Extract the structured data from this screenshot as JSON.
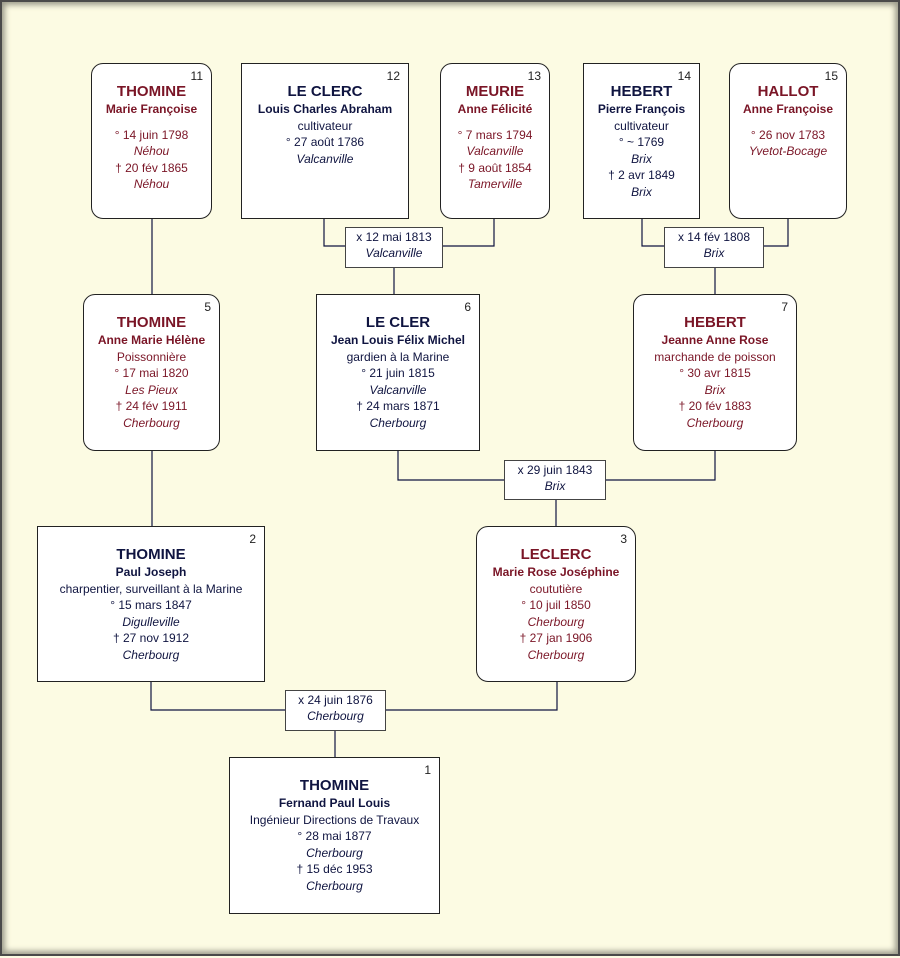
{
  "persons": {
    "p1": {
      "num": "1",
      "surname": "THOMINE",
      "given": "Fernand Paul Louis",
      "occupation": "Ingénieur Directions de Travaux",
      "birth": "° 28 mai 1877",
      "birth_place": "Cherbourg",
      "death": "† 15 déc 1953",
      "death_place": "Cherbourg"
    },
    "p2": {
      "num": "2",
      "surname": "THOMINE",
      "given": "Paul Joseph",
      "occupation": "charpentier, surveillant à la Marine",
      "birth": "° 15 mars 1847",
      "birth_place": "Digulleville",
      "death": "† 27 nov 1912",
      "death_place": "Cherbourg"
    },
    "p3": {
      "num": "3",
      "surname": "LECLERC",
      "given": "Marie Rose Joséphine",
      "occupation": "coututière",
      "birth": "° 10 juil 1850",
      "birth_place": "Cherbourg",
      "death": "† 27 jan 1906",
      "death_place": "Cherbourg"
    },
    "p5": {
      "num": "5",
      "surname": "THOMINE",
      "given": "Anne Marie Hélène",
      "occupation": "Poissonnière",
      "birth": "° 17 mai 1820",
      "birth_place": "Les Pieux",
      "death": "† 24 fév 1911",
      "death_place": "Cherbourg"
    },
    "p6": {
      "num": "6",
      "surname": "LE CLER",
      "given": "Jean Louis Félix Michel",
      "occupation": "gardien à la Marine",
      "birth": "° 21 juin 1815",
      "birth_place": "Valcanville",
      "death": "† 24 mars 1871",
      "death_place": "Cherbourg"
    },
    "p7": {
      "num": "7",
      "surname": "HEBERT",
      "given": "Jeanne Anne Rose",
      "occupation": "marchande de poisson",
      "birth": "° 30 avr 1815",
      "birth_place": "Brix",
      "death": "† 20 fév 1883",
      "death_place": "Cherbourg"
    },
    "p11": {
      "num": "11",
      "surname": "THOMINE",
      "given": "Marie Françoise",
      "birth": "° 14 juin 1798",
      "birth_place": "Néhou",
      "death": "† 20 fév 1865",
      "death_place": "Néhou"
    },
    "p12": {
      "num": "12",
      "surname": "LE CLERC",
      "given": "Louis Charles Abraham",
      "occupation": "cultivateur",
      "birth": "° 27 août 1786",
      "birth_place": "Valcanville"
    },
    "p13": {
      "num": "13",
      "surname": "MEURIE",
      "given": "Anne Félicité",
      "birth": "° 7 mars 1794",
      "birth_place": "Valcanville",
      "death": "† 9 août 1854",
      "death_place": "Tamerville"
    },
    "p14": {
      "num": "14",
      "surname": "HEBERT",
      "given": "Pierre François",
      "occupation": "cultivateur",
      "birth": "° ~ 1769",
      "birth_place": "Brix",
      "death": "† 2 avr 1849",
      "death_place": "Brix"
    },
    "p15": {
      "num": "15",
      "surname": "HALLOT",
      "given": "Anne Françoise",
      "birth": "° 26 nov 1783",
      "birth_place": "Yvetot-Bocage"
    }
  },
  "unions": {
    "u12_13": {
      "date": "x 12 mai 1813",
      "place": "Valcanville"
    },
    "u14_15": {
      "date": "x 14 fév 1808",
      "place": "Brix"
    },
    "u6_7": {
      "date": "x 29 juin 1843",
      "place": "Brix"
    },
    "u2_3": {
      "date": "x 24 juin 1876",
      "place": "Cherbourg"
    }
  },
  "colors": {
    "background": "#fcfbe3",
    "male_text": "#0f1440",
    "female_text": "#7a1526",
    "connector": "#0f1440"
  }
}
